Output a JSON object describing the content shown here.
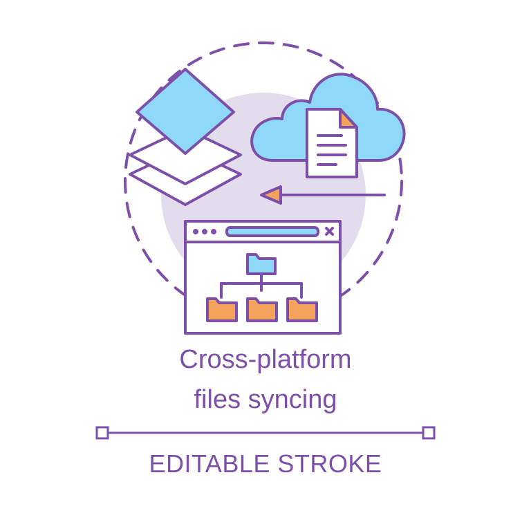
{
  "title": {
    "line1": "Cross-platform",
    "line2": "files syncing"
  },
  "subtitle": "EDITABLE STROKE",
  "colors": {
    "stroke": "#7c4fa8",
    "background_circle": "#e3dcec",
    "light_blue": "#8fd8f7",
    "orange": "#f5a35c",
    "white": "#ffffff"
  },
  "icons": [
    "layers-icon",
    "cloud-icon",
    "document-icon",
    "sync-arrow-icon",
    "browser-window-icon",
    "folder-tree-icon"
  ]
}
